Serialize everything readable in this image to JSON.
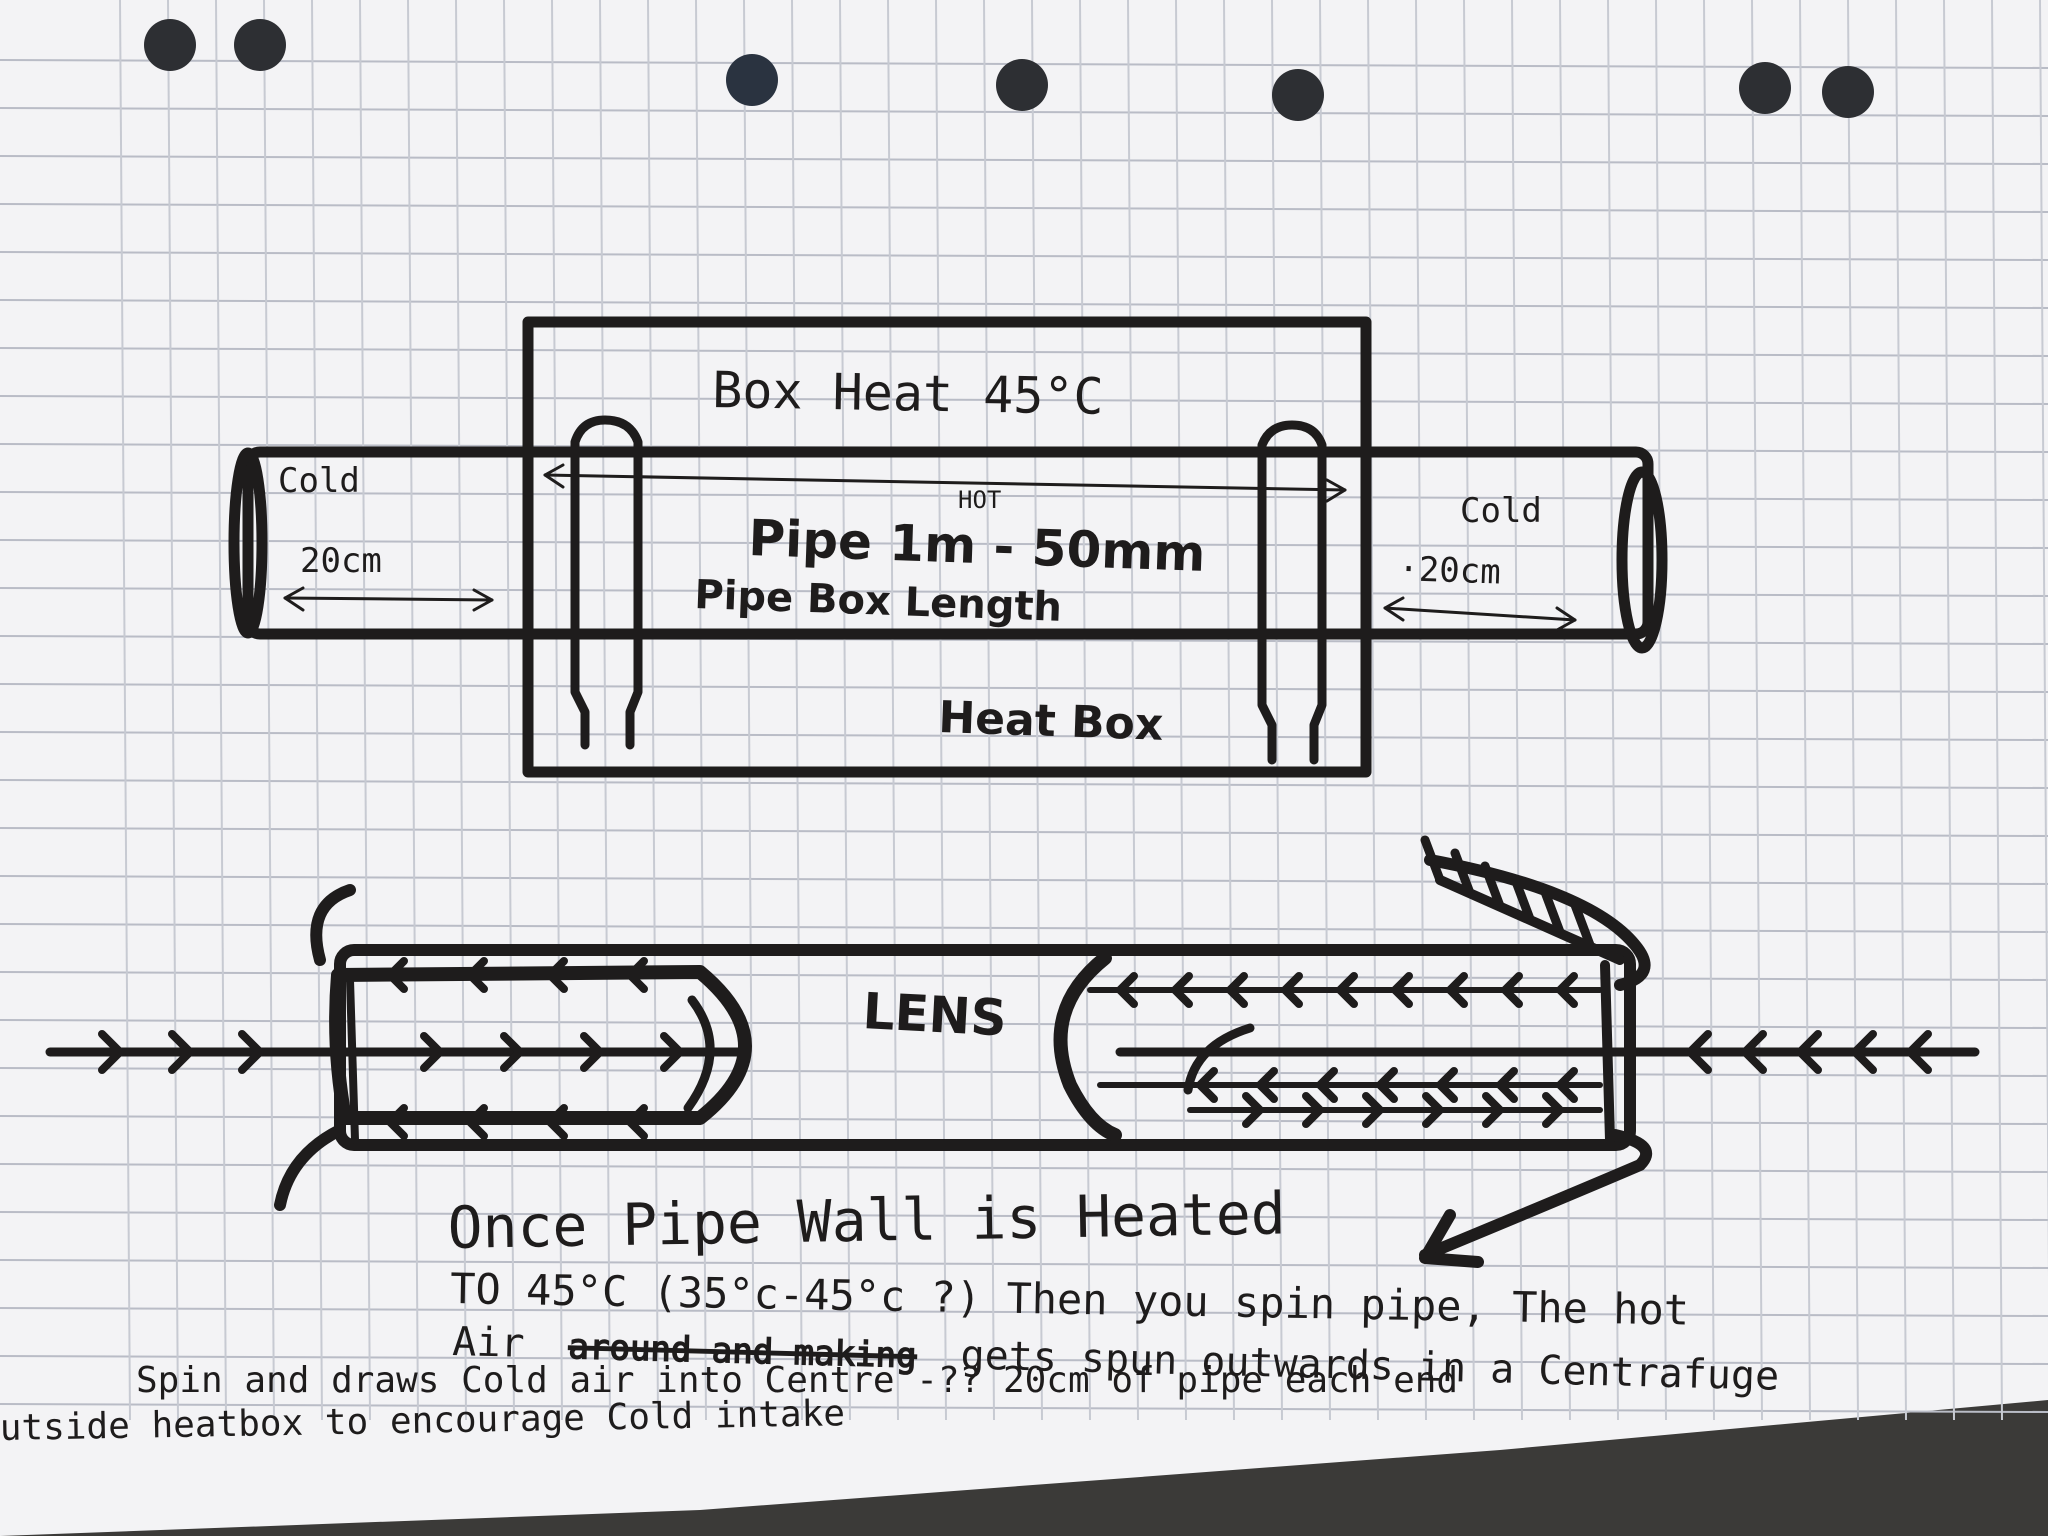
{
  "labels": {
    "box_heat": "Box Heat 45°C",
    "cold_left": "Cold",
    "length_left": "20cm",
    "hot": "HOT",
    "pipe_size": "Pipe 1m - 50mm",
    "pipe_box_length": "Pipe Box Length",
    "cold_right": "Cold",
    "length_right": "·20cm",
    "heat_box": "Heat Box",
    "lens": "LENS"
  },
  "notes": {
    "line1": "Once Pipe Wall is Heated",
    "line2": "TO 45°C (35°c-45°c ?) Then you spin pipe, The hot",
    "line3a": "Air",
    "line3_struck": "around and making",
    "line3b": "gets spun outwards in a Centrafuge",
    "line4": "Spin and draws Cold air into Centre -?? 20cm of pipe each end",
    "line5": "utside heatbox to encourage Cold intake"
  },
  "colors": {
    "ink": "#1e1c1c",
    "paper": "#f4f4f6",
    "rule": "#b9bcc6",
    "backdrop": "#3b3a38"
  }
}
